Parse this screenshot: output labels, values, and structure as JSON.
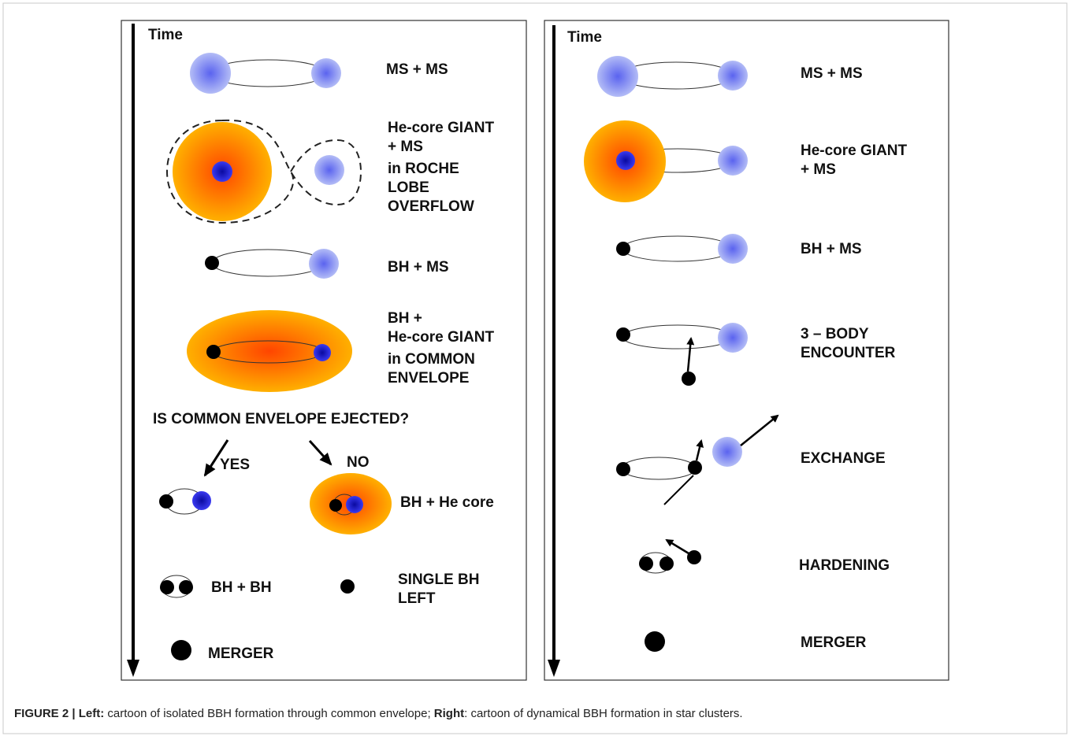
{
  "left_panel": {
    "time_label": "Time",
    "stages": {
      "ms_ms": "MS + MS",
      "giant_rlof": [
        "He-core GIANT",
        "+ MS",
        "in ROCHE",
        "LOBE",
        "OVERFLOW"
      ],
      "bh_ms": "BH + MS",
      "common_envelope": [
        "BH +",
        "He-core GIANT",
        "in COMMON",
        "ENVELOPE"
      ],
      "question": "IS COMMON ENVELOPE EJECTED?",
      "yes": "YES",
      "no": "NO",
      "bh_he_core": "BH + He core",
      "bh_bh": "BH + BH",
      "single_bh": [
        "SINGLE BH",
        "LEFT"
      ],
      "merger": "MERGER"
    }
  },
  "right_panel": {
    "time_label": "Time",
    "stages": {
      "ms_ms": "MS + MS",
      "giant_ms": [
        "He-core GIANT",
        "+ MS"
      ],
      "bh_ms": "BH + MS",
      "three_body": [
        "3 –  BODY",
        "ENCOUNTER"
      ],
      "exchange": "EXCHANGE",
      "hardening": "HARDENING",
      "merger": "MERGER"
    }
  },
  "caption": {
    "figure_label": "FIGURE 2 | ",
    "left_label": "Left:",
    "left_text": " cartoon of isolated BBH formation through common envelope; ",
    "right_label": "Right",
    "right_text": ": cartoon of dynamical BBH formation in star clusters."
  },
  "colors": {
    "ms_star_center": "#5a63ef",
    "ms_star_edge": "#b3bcf6",
    "giant_center": "#ff4500",
    "giant_edge": "#ffb000",
    "he_core": "#2a2ae6",
    "black_hole": "#000000"
  }
}
